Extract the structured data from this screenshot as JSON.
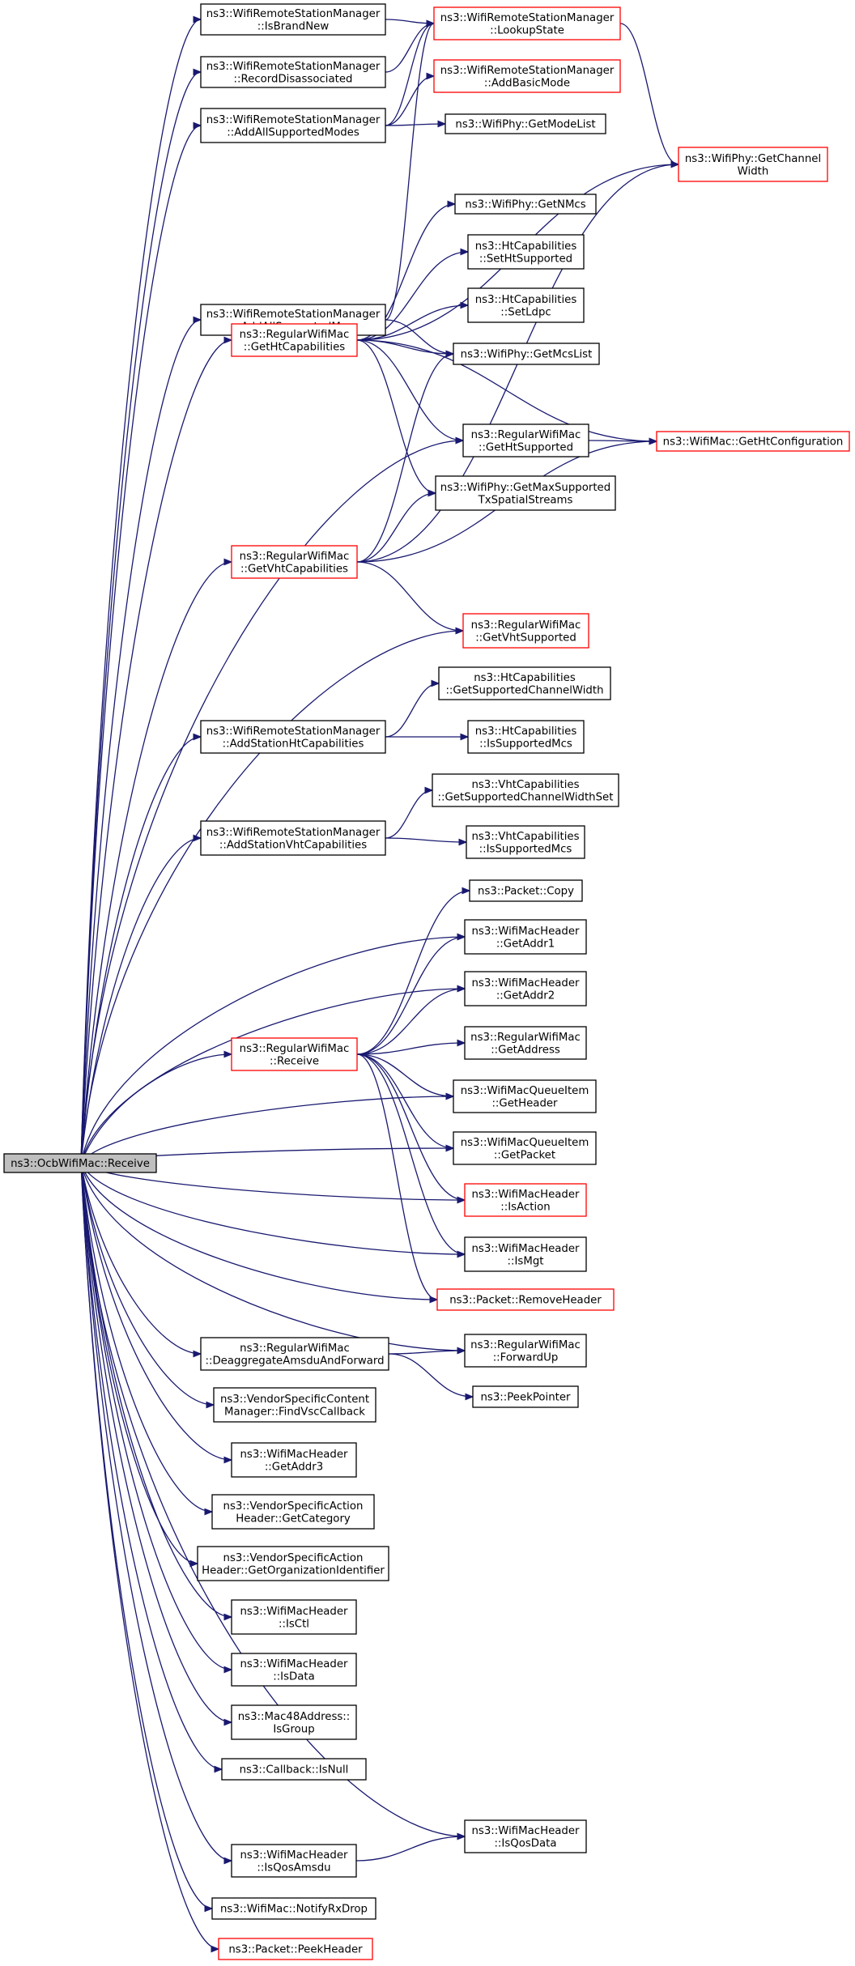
{
  "colors": {
    "edge": "#191970",
    "highlight_border": "#ff0000",
    "root_fill": "#bfbfbf"
  },
  "nodes": [
    {
      "id": "root",
      "lines": [
        "ns3::OcbWifiMac::Receive"
      ],
      "style": "root"
    },
    {
      "id": "isBrandNew",
      "lines": [
        "ns3::WifiRemoteStationManager",
        "::IsBrandNew"
      ]
    },
    {
      "id": "recordDisassociated",
      "lines": [
        "ns3::WifiRemoteStationManager",
        "::RecordDisassociated"
      ]
    },
    {
      "id": "addAllSupportedModes",
      "lines": [
        "ns3::WifiRemoteStationManager",
        "::AddAllSupportedModes"
      ]
    },
    {
      "id": "addAllSupportedMcs",
      "lines": [
        "ns3::WifiRemoteStationManager",
        "::AddAllSupportedMcs"
      ]
    },
    {
      "id": "lookupState",
      "lines": [
        "ns3::WifiRemoteStationManager",
        "::LookupState"
      ],
      "style": "red"
    },
    {
      "id": "addBasicMode",
      "lines": [
        "ns3::WifiRemoteStationManager",
        "::AddBasicMode"
      ],
      "style": "red"
    },
    {
      "id": "getModeList",
      "lines": [
        "ns3::WifiPhy::GetModeList"
      ]
    },
    {
      "id": "getChannelWidth",
      "lines": [
        "ns3::WifiPhy::GetChannel",
        "Width"
      ],
      "style": "red"
    },
    {
      "id": "getNMcs",
      "lines": [
        "ns3::WifiPhy::GetNMcs"
      ]
    },
    {
      "id": "setHtSupported",
      "lines": [
        "ns3::HtCapabilities",
        "::SetHtSupported"
      ]
    },
    {
      "id": "setLdpc",
      "lines": [
        "ns3::HtCapabilities",
        "::SetLdpc"
      ]
    },
    {
      "id": "getMcsList",
      "lines": [
        "ns3::WifiPhy::GetMcsList"
      ]
    },
    {
      "id": "getHtCapabilities",
      "lines": [
        "ns3::RegularWifiMac",
        "::GetHtCapabilities"
      ],
      "style": "red"
    },
    {
      "id": "getHtSupported",
      "lines": [
        "ns3::RegularWifiMac",
        "::GetHtSupported"
      ]
    },
    {
      "id": "getHtConfiguration",
      "lines": [
        "ns3::WifiMac::GetHtConfiguration"
      ],
      "style": "red"
    },
    {
      "id": "getMaxSupportedTxSpatialStreams",
      "lines": [
        "ns3::WifiPhy::GetMaxSupported",
        "TxSpatialStreams"
      ]
    },
    {
      "id": "getVhtCapabilities",
      "lines": [
        "ns3::RegularWifiMac",
        "::GetVhtCapabilities"
      ],
      "style": "red"
    },
    {
      "id": "getVhtSupported",
      "lines": [
        "ns3::RegularWifiMac",
        "::GetVhtSupported"
      ],
      "style": "red"
    },
    {
      "id": "getSupportedChannelWidth",
      "lines": [
        "ns3::HtCapabilities",
        "::GetSupportedChannelWidth"
      ]
    },
    {
      "id": "addStationHtCapabilities",
      "lines": [
        "ns3::WifiRemoteStationManager",
        "::AddStationHtCapabilities"
      ]
    },
    {
      "id": "htIsSupportedMcs",
      "lines": [
        "ns3::HtCapabilities",
        "::IsSupportedMcs"
      ]
    },
    {
      "id": "getSupportedChannelWidthSet",
      "lines": [
        "ns3::VhtCapabilities",
        "::GetSupportedChannelWidthSet"
      ]
    },
    {
      "id": "addStationVhtCapabilities",
      "lines": [
        "ns3::WifiRemoteStationManager",
        "::AddStationVhtCapabilities"
      ]
    },
    {
      "id": "vhtIsSupportedMcs",
      "lines": [
        "ns3::VhtCapabilities",
        "::IsSupportedMcs"
      ]
    },
    {
      "id": "packetCopy",
      "lines": [
        "ns3::Packet::Copy"
      ]
    },
    {
      "id": "getAddr1",
      "lines": [
        "ns3::WifiMacHeader",
        "::GetAddr1"
      ]
    },
    {
      "id": "getAddr2",
      "lines": [
        "ns3::WifiMacHeader",
        "::GetAddr2"
      ]
    },
    {
      "id": "regularReceive",
      "lines": [
        "ns3::RegularWifiMac",
        "::Receive"
      ],
      "style": "red"
    },
    {
      "id": "getAddress",
      "lines": [
        "ns3::RegularWifiMac",
        "::GetAddress"
      ]
    },
    {
      "id": "getHeader",
      "lines": [
        "ns3::WifiMacQueueItem",
        "::GetHeader"
      ]
    },
    {
      "id": "getPacket",
      "lines": [
        "ns3::WifiMacQueueItem",
        "::GetPacket"
      ]
    },
    {
      "id": "isAction",
      "lines": [
        "ns3::WifiMacHeader",
        "::IsAction"
      ],
      "style": "red"
    },
    {
      "id": "isMgt",
      "lines": [
        "ns3::WifiMacHeader",
        "::IsMgt"
      ]
    },
    {
      "id": "removeHeader",
      "lines": [
        "ns3::Packet::RemoveHeader"
      ],
      "style": "red"
    },
    {
      "id": "deaggregate",
      "lines": [
        "ns3::RegularWifiMac",
        "::DeaggregateAmsduAndForward"
      ]
    },
    {
      "id": "forwardUp",
      "lines": [
        "ns3::RegularWifiMac",
        "::ForwardUp"
      ]
    },
    {
      "id": "peekPointer",
      "lines": [
        "ns3::PeekPointer"
      ]
    },
    {
      "id": "findVscCallback",
      "lines": [
        "ns3::VendorSpecificContent",
        "Manager::FindVscCallback"
      ]
    },
    {
      "id": "getAddr3",
      "lines": [
        "ns3::WifiMacHeader",
        "::GetAddr3"
      ]
    },
    {
      "id": "getCategory",
      "lines": [
        "ns3::VendorSpecificAction",
        "Header::GetCategory"
      ]
    },
    {
      "id": "getOrganizationIdentifier",
      "lines": [
        "ns3::VendorSpecificAction",
        "Header::GetOrganizationIdentifier"
      ]
    },
    {
      "id": "isCtl",
      "lines": [
        "ns3::WifiMacHeader",
        "::IsCtl"
      ]
    },
    {
      "id": "isData",
      "lines": [
        "ns3::WifiMacHeader",
        "::IsData"
      ]
    },
    {
      "id": "isGroup",
      "lines": [
        "ns3::Mac48Address::",
        "IsGroup"
      ]
    },
    {
      "id": "isNull",
      "lines": [
        "ns3::Callback::IsNull"
      ]
    },
    {
      "id": "isQosData",
      "lines": [
        "ns3::WifiMacHeader",
        "::IsQosData"
      ]
    },
    {
      "id": "isQosAmsdu",
      "lines": [
        "ns3::WifiMacHeader",
        "::IsQosAmsdu"
      ]
    },
    {
      "id": "notifyRxDrop",
      "lines": [
        "ns3::WifiMac::NotifyRxDrop"
      ]
    },
    {
      "id": "peekHeader",
      "lines": [
        "ns3::Packet::PeekHeader"
      ],
      "style": "red"
    }
  ],
  "edges": [
    [
      "root",
      "isBrandNew"
    ],
    [
      "root",
      "recordDisassociated"
    ],
    [
      "root",
      "addAllSupportedModes"
    ],
    [
      "root",
      "addAllSupportedMcs"
    ],
    [
      "root",
      "getHtCapabilities"
    ],
    [
      "root",
      "getHtSupported"
    ],
    [
      "root",
      "getVhtCapabilities"
    ],
    [
      "root",
      "getVhtSupported"
    ],
    [
      "root",
      "addStationHtCapabilities"
    ],
    [
      "root",
      "addStationVhtCapabilities"
    ],
    [
      "root",
      "getAddr1"
    ],
    [
      "root",
      "getAddr2"
    ],
    [
      "root",
      "regularReceive"
    ],
    [
      "root",
      "getHeader"
    ],
    [
      "root",
      "getPacket"
    ],
    [
      "root",
      "isAction"
    ],
    [
      "root",
      "isMgt"
    ],
    [
      "root",
      "removeHeader"
    ],
    [
      "root",
      "forwardUp"
    ],
    [
      "root",
      "deaggregate"
    ],
    [
      "root",
      "findVscCallback"
    ],
    [
      "root",
      "getAddr3"
    ],
    [
      "root",
      "getCategory"
    ],
    [
      "root",
      "getOrganizationIdentifier"
    ],
    [
      "root",
      "isCtl"
    ],
    [
      "root",
      "isData"
    ],
    [
      "root",
      "isGroup"
    ],
    [
      "root",
      "isNull"
    ],
    [
      "root",
      "isQosData"
    ],
    [
      "root",
      "isQosAmsdu"
    ],
    [
      "root",
      "notifyRxDrop"
    ],
    [
      "root",
      "peekHeader"
    ],
    [
      "isBrandNew",
      "lookupState"
    ],
    [
      "recordDisassociated",
      "lookupState"
    ],
    [
      "addAllSupportedModes",
      "lookupState"
    ],
    [
      "addAllSupportedModes",
      "addBasicMode"
    ],
    [
      "addAllSupportedModes",
      "getModeList"
    ],
    [
      "addAllSupportedMcs",
      "lookupState"
    ],
    [
      "addAllSupportedMcs",
      "getMcsList"
    ],
    [
      "lookupState",
      "getChannelWidth"
    ],
    [
      "getHtCapabilities",
      "getChannelWidth"
    ],
    [
      "getHtCapabilities",
      "getNMcs"
    ],
    [
      "getHtCapabilities",
      "setHtSupported"
    ],
    [
      "getHtCapabilities",
      "setLdpc"
    ],
    [
      "getHtCapabilities",
      "getMcsList"
    ],
    [
      "getHtCapabilities",
      "getHtSupported"
    ],
    [
      "getHtCapabilities",
      "getHtConfiguration"
    ],
    [
      "getHtCapabilities",
      "getMaxSupportedTxSpatialStreams"
    ],
    [
      "getHtSupported",
      "getHtConfiguration"
    ],
    [
      "getVhtCapabilities",
      "getMcsList"
    ],
    [
      "getVhtCapabilities",
      "getMaxSupportedTxSpatialStreams"
    ],
    [
      "getVhtCapabilities",
      "getChannelWidth"
    ],
    [
      "getVhtCapabilities",
      "getHtConfiguration"
    ],
    [
      "getVhtCapabilities",
      "getVhtSupported"
    ],
    [
      "addStationHtCapabilities",
      "getSupportedChannelWidth"
    ],
    [
      "addStationHtCapabilities",
      "htIsSupportedMcs"
    ],
    [
      "addStationVhtCapabilities",
      "getSupportedChannelWidthSet"
    ],
    [
      "addStationVhtCapabilities",
      "vhtIsSupportedMcs"
    ],
    [
      "regularReceive",
      "packetCopy"
    ],
    [
      "regularReceive",
      "getAddr1"
    ],
    [
      "regularReceive",
      "getAddr2"
    ],
    [
      "regularReceive",
      "getAddress"
    ],
    [
      "regularReceive",
      "getHeader"
    ],
    [
      "regularReceive",
      "getPacket"
    ],
    [
      "regularReceive",
      "isAction"
    ],
    [
      "regularReceive",
      "isMgt"
    ],
    [
      "regularReceive",
      "removeHeader"
    ],
    [
      "deaggregate",
      "forwardUp"
    ],
    [
      "deaggregate",
      "peekPointer"
    ],
    [
      "isQosAmsdu",
      "isQosData"
    ]
  ]
}
